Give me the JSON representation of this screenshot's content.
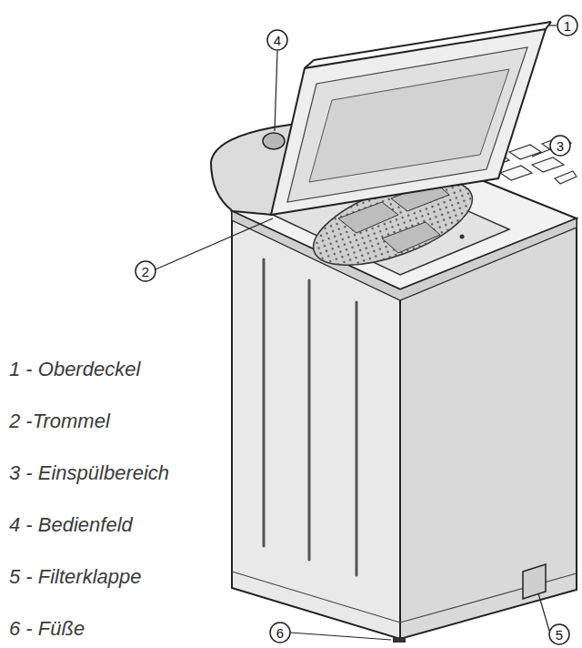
{
  "diagram": {
    "labels": [
      "1",
      "2",
      "3",
      "4",
      "5",
      "6",
      "1 - Oberdeckel",
      "2 -Trommel",
      "3 - Einspülbereich",
      "4 - Bedienfeld",
      "5 - Filterklappe",
      "6 - Füße"
    ]
  }
}
